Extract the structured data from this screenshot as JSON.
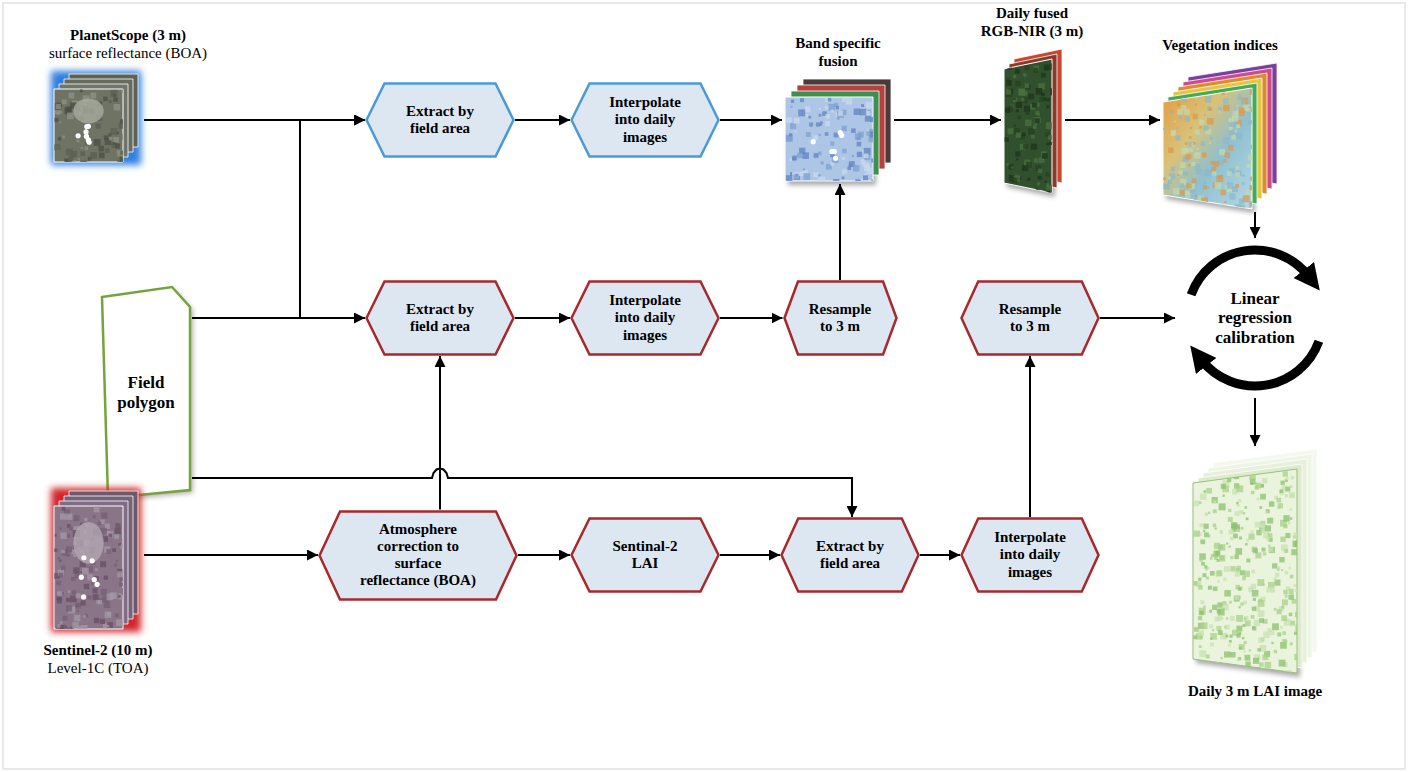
{
  "diagram": {
    "nodes": [
      {
        "text": [
          "PlanetScope (3 m)",
          "surface reflectance (BOA)"
        ]
      },
      {
        "text": [
          "Extract by field area"
        ]
      },
      {
        "text": [
          "Interpolate into daily images"
        ]
      },
      {
        "text": [
          "Band specific fusion"
        ]
      },
      {
        "text": [
          "Daily fused RGB-NIR (3 m)"
        ]
      },
      {
        "text": [
          "Vegetation indices"
        ]
      },
      {
        "text": [
          "Field polygon"
        ]
      },
      {
        "text": [
          "Extract by field area"
        ]
      },
      {
        "text": [
          "Interpolate into daily images"
        ]
      },
      {
        "text": [
          "Resample to 3 m"
        ]
      },
      {
        "text": [
          "Resample to 3 m"
        ]
      },
      {
        "text": [
          "Linear regression calibration"
        ]
      },
      {
        "text": [
          "Sentinel-2 (10 m)",
          "Level-1C (TOA)"
        ]
      },
      {
        "text": [
          "Atmosphere correction to surface reflectance (BOA)"
        ]
      },
      {
        "text": [
          "Sentinal-2 LAI"
        ]
      },
      {
        "text": [
          "Extract by field area"
        ]
      },
      {
        "text": [
          "Interpolate into daily images"
        ]
      },
      {
        "text": [
          "Daily 3 m LAI image"
        ]
      }
    ],
    "edges": [
      {
        "from": 0,
        "to": 1,
        "arrow": "to"
      },
      {
        "from": 6,
        "to": 1,
        "arrow": "to"
      },
      {
        "from": 6,
        "to": 7,
        "arrow": "to"
      },
      {
        "from": 1,
        "to": 2,
        "arrow": "to"
      },
      {
        "from": 2,
        "to": 3,
        "arrow": "to"
      },
      {
        "from": 3,
        "to": 4,
        "arrow": "to"
      },
      {
        "from": 4,
        "to": 5,
        "arrow": "to"
      },
      {
        "from": 5,
        "to": 11,
        "arrow": "to"
      },
      {
        "from": 7,
        "to": 8,
        "arrow": "to"
      },
      {
        "from": 8,
        "to": 9,
        "arrow": "to"
      },
      {
        "from": 9,
        "to": 3,
        "arrow": "to"
      },
      {
        "from": 12,
        "to": 13,
        "arrow": "to"
      },
      {
        "from": 13,
        "to": 7,
        "arrow": "to"
      },
      {
        "from": 13,
        "to": 14,
        "arrow": "to"
      },
      {
        "from": 14,
        "to": 15,
        "arrow": "to"
      },
      {
        "from": 6,
        "to": 15,
        "arrow": "to"
      },
      {
        "from": 15,
        "to": 16,
        "arrow": "to"
      },
      {
        "from": 16,
        "to": 10,
        "arrow": "to"
      },
      {
        "from": 10,
        "to": 11,
        "arrow": "to"
      },
      {
        "from": 11,
        "to": 17,
        "arrow": "to"
      }
    ]
  }
}
